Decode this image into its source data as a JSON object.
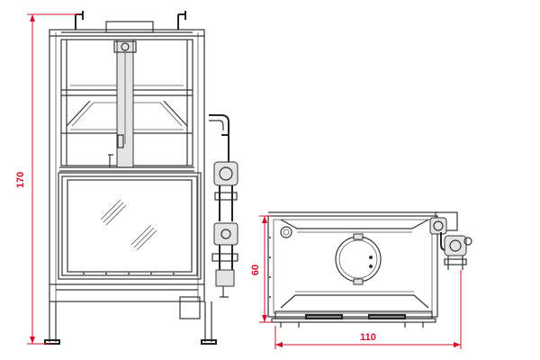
{
  "dimensions": {
    "height": "170",
    "depth": "60",
    "width": "110"
  },
  "colors": {
    "dimension": "#d0102a",
    "line": "#333333",
    "glass": "#ffffff"
  }
}
